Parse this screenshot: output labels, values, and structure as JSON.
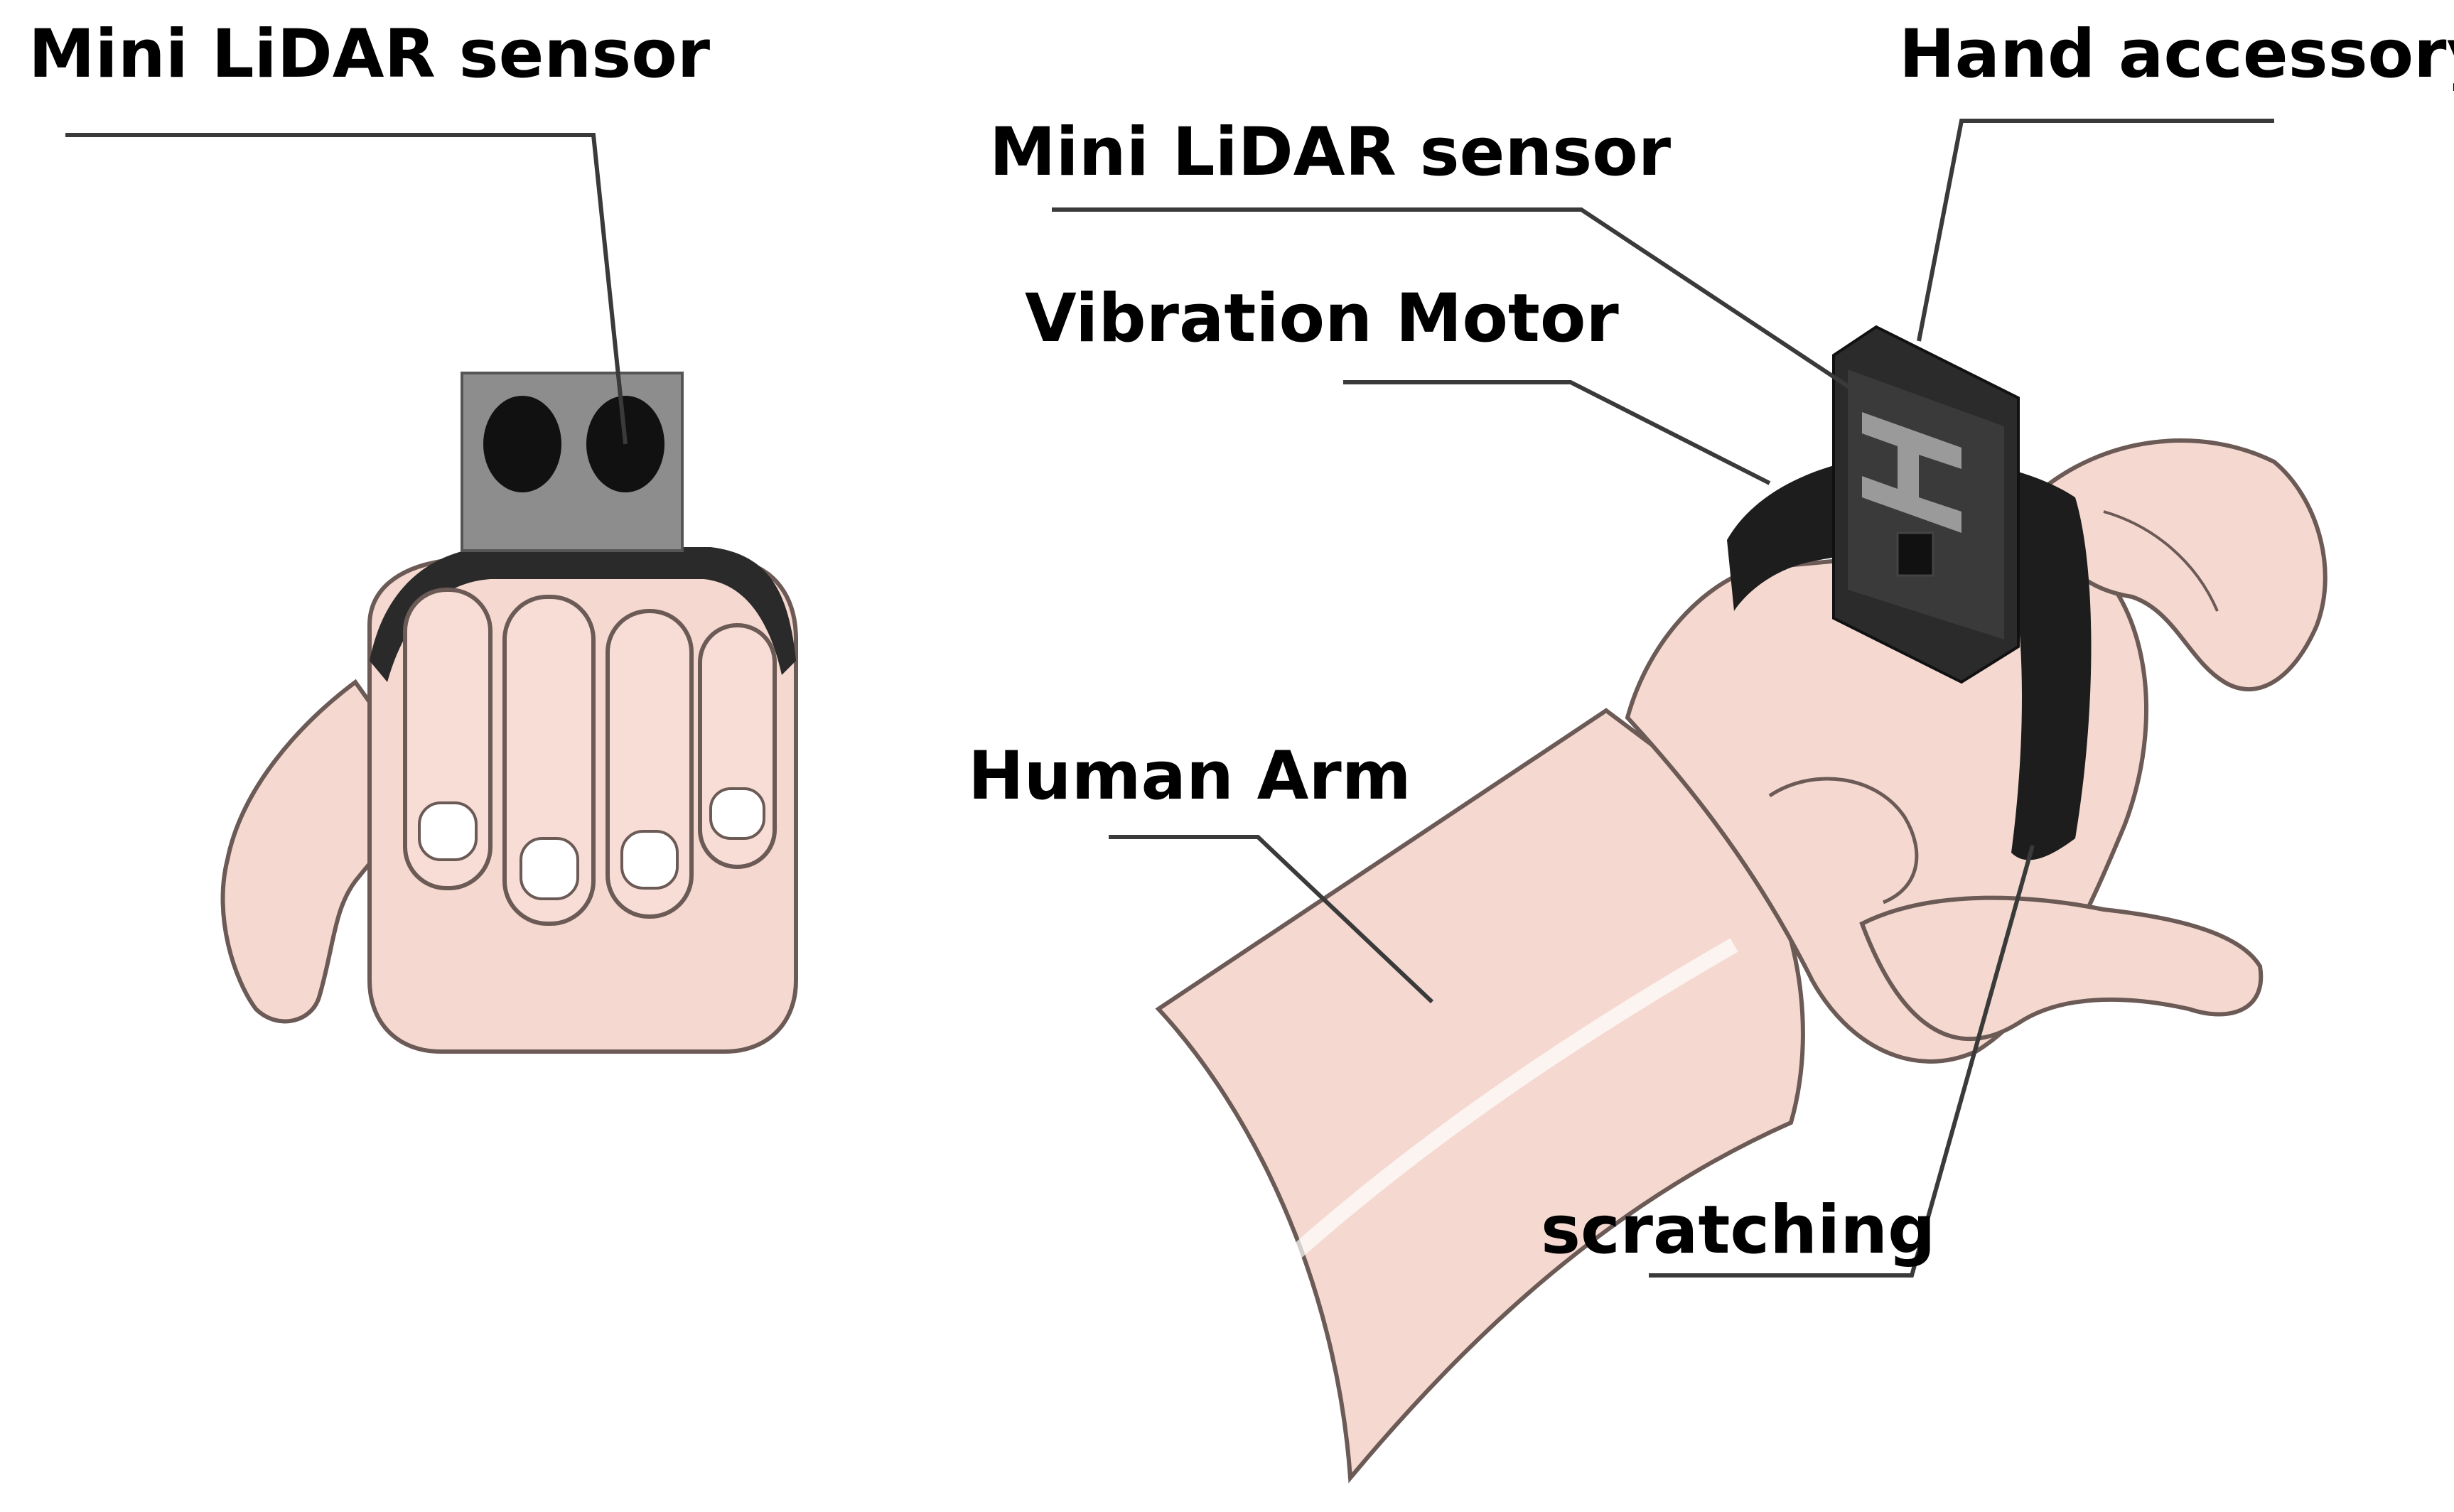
{
  "labels": {
    "left_lidar": "Mini LiDAR sensor",
    "hand_accessory": "Hand accessory",
    "right_lidar": "Mini LiDAR sensor",
    "vibration_motor": "Vibration Motor",
    "human_arm": "Human Arm",
    "scratching": "scratching"
  },
  "colors": {
    "skin": "#f5d9d0",
    "skin_shadow": "#e3bdb2",
    "outline": "#6b5a55",
    "sensor_gray": "#8d8d8d",
    "strap_black": "#1d1d1d",
    "leader_line": "#3a3a3a"
  }
}
